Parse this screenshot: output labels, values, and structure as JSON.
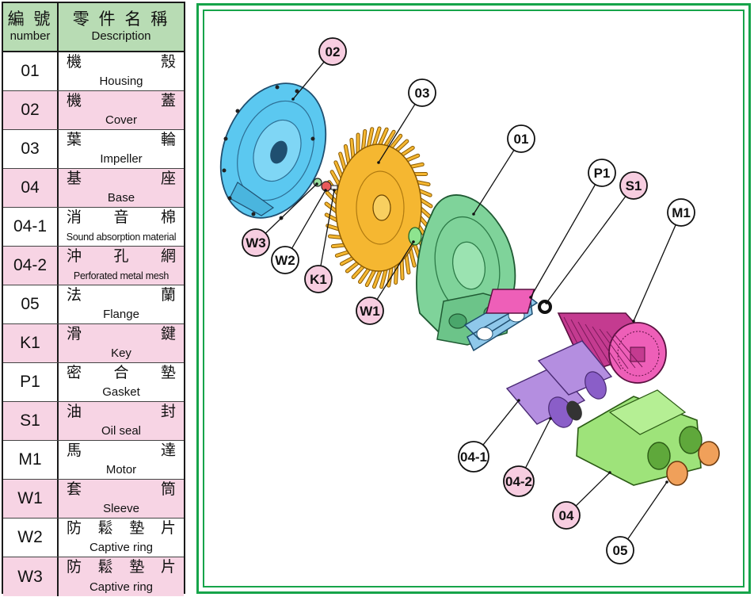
{
  "table": {
    "header": {
      "number_zh": "編 號",
      "number_en": "number",
      "desc_zh": "零 件 名 稱",
      "desc_en": "Description"
    },
    "rows": [
      {
        "num": "01",
        "zh": [
          "機",
          "殼"
        ],
        "en": "Housing",
        "pink": false
      },
      {
        "num": "02",
        "zh": [
          "機",
          "蓋"
        ],
        "en": "Cover",
        "pink": true
      },
      {
        "num": "03",
        "zh": [
          "葉",
          "輪"
        ],
        "en": "Impeller",
        "pink": false
      },
      {
        "num": "04",
        "zh": [
          "基",
          "座"
        ],
        "en": "Base",
        "pink": true
      },
      {
        "num": "04-1",
        "zh": [
          "消",
          "音",
          "棉"
        ],
        "en": "Sound absorption material",
        "pink": false
      },
      {
        "num": "04-2",
        "zh": [
          "沖",
          "孔",
          "網"
        ],
        "en": "Perforated metal mesh",
        "pink": true
      },
      {
        "num": "05",
        "zh": [
          "法",
          "蘭"
        ],
        "en": "Flange",
        "pink": false
      },
      {
        "num": "K1",
        "zh": [
          "滑",
          "鍵"
        ],
        "en": "Key",
        "pink": true
      },
      {
        "num": "P1",
        "zh": [
          "密",
          "合",
          "墊"
        ],
        "en": "Gasket",
        "pink": false
      },
      {
        "num": "S1",
        "zh": [
          "油",
          "封"
        ],
        "en": "Oil seal",
        "pink": true
      },
      {
        "num": "M1",
        "zh": [
          "馬",
          "達"
        ],
        "en": "Motor",
        "pink": false
      },
      {
        "num": "W1",
        "zh": [
          "套",
          "筒"
        ],
        "en": "Sleeve",
        "pink": true
      },
      {
        "num": "W2",
        "zh": [
          "防",
          "鬆",
          "墊",
          "片"
        ],
        "en": "Captive ring",
        "pink": false
      },
      {
        "num": "W3",
        "zh": [
          "防",
          "鬆",
          "墊",
          "片"
        ],
        "en": "Captive ring",
        "pink": true
      }
    ]
  },
  "callouts": [
    {
      "label": "02",
      "pink": true
    },
    {
      "label": "03",
      "pink": false
    },
    {
      "label": "01",
      "pink": false
    },
    {
      "label": "P1",
      "pink": false
    },
    {
      "label": "S1",
      "pink": true
    },
    {
      "label": "M1",
      "pink": false
    },
    {
      "label": "W3",
      "pink": true
    },
    {
      "label": "W2",
      "pink": false
    },
    {
      "label": "K1",
      "pink": true
    },
    {
      "label": "W1",
      "pink": true
    },
    {
      "label": "04-1",
      "pink": false
    },
    {
      "label": "04-2",
      "pink": true
    },
    {
      "label": "04",
      "pink": true
    },
    {
      "label": "05",
      "pink": false
    }
  ],
  "colors": {
    "frame_green": "#16a44a",
    "header_green": "#b8dcb4",
    "row_pink": "#f7d4e4",
    "callout_pink": "#f7cde0",
    "cover_blue": "#5bc8f0",
    "impeller_orange": "#f5b731",
    "housing_green": "#7fd39a",
    "motor_pink": "#ee5fb8",
    "gasket_blue": "#8fc8ea",
    "foam_purple": "#b48ee0",
    "base_green": "#9ee37a",
    "flange_orange": "#f0a05a"
  }
}
